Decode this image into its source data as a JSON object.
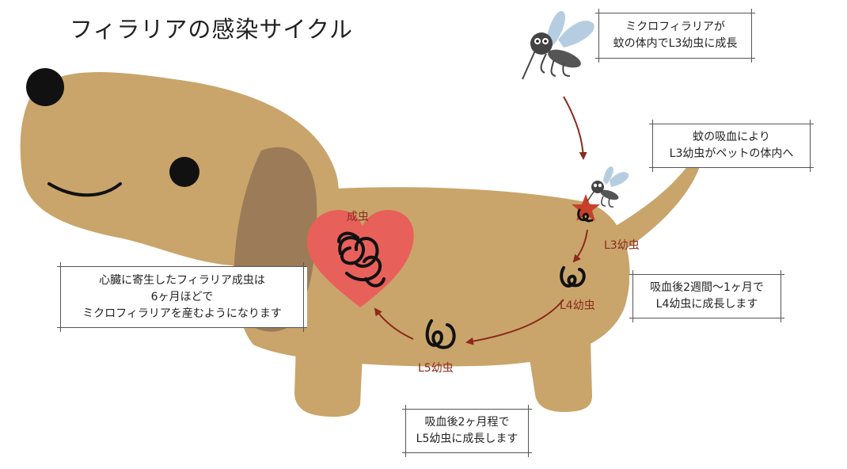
{
  "title": "フィラリアの感染サイクル",
  "boxes": {
    "mosquito_growth": [
      "ミクロフィラリアが",
      "蚊の体内でL3幼虫に成長"
    ],
    "bite": [
      "蚊の吸血により",
      "L3幼虫がペットの体内へ"
    ],
    "l4_growth": [
      "吸血後2週間〜1ヶ月で",
      "L4幼虫に成長します"
    ],
    "l5_growth": [
      "吸血後2ヶ月程で",
      "L5幼虫に成長します"
    ],
    "adult": [
      "心臓に寄生したフィラリア成虫は",
      "6ヶ月ほどで",
      "ミクロフィラリアを産むようになります"
    ]
  },
  "stages": {
    "adult": "成虫",
    "l3": "L3幼虫",
    "l4": "L4幼虫",
    "l5": "L5幼虫"
  },
  "colors": {
    "dog_body": "#c9a56b",
    "dog_ear": "#9c7b58",
    "heart": "#e8605a",
    "arrow": "#8c2a1c",
    "worm": "#111111",
    "mosquito": "#444444",
    "wing": "#a9c4dc"
  },
  "icons": [
    "mosquito-icon",
    "heart-icon",
    "worm-icon"
  ]
}
